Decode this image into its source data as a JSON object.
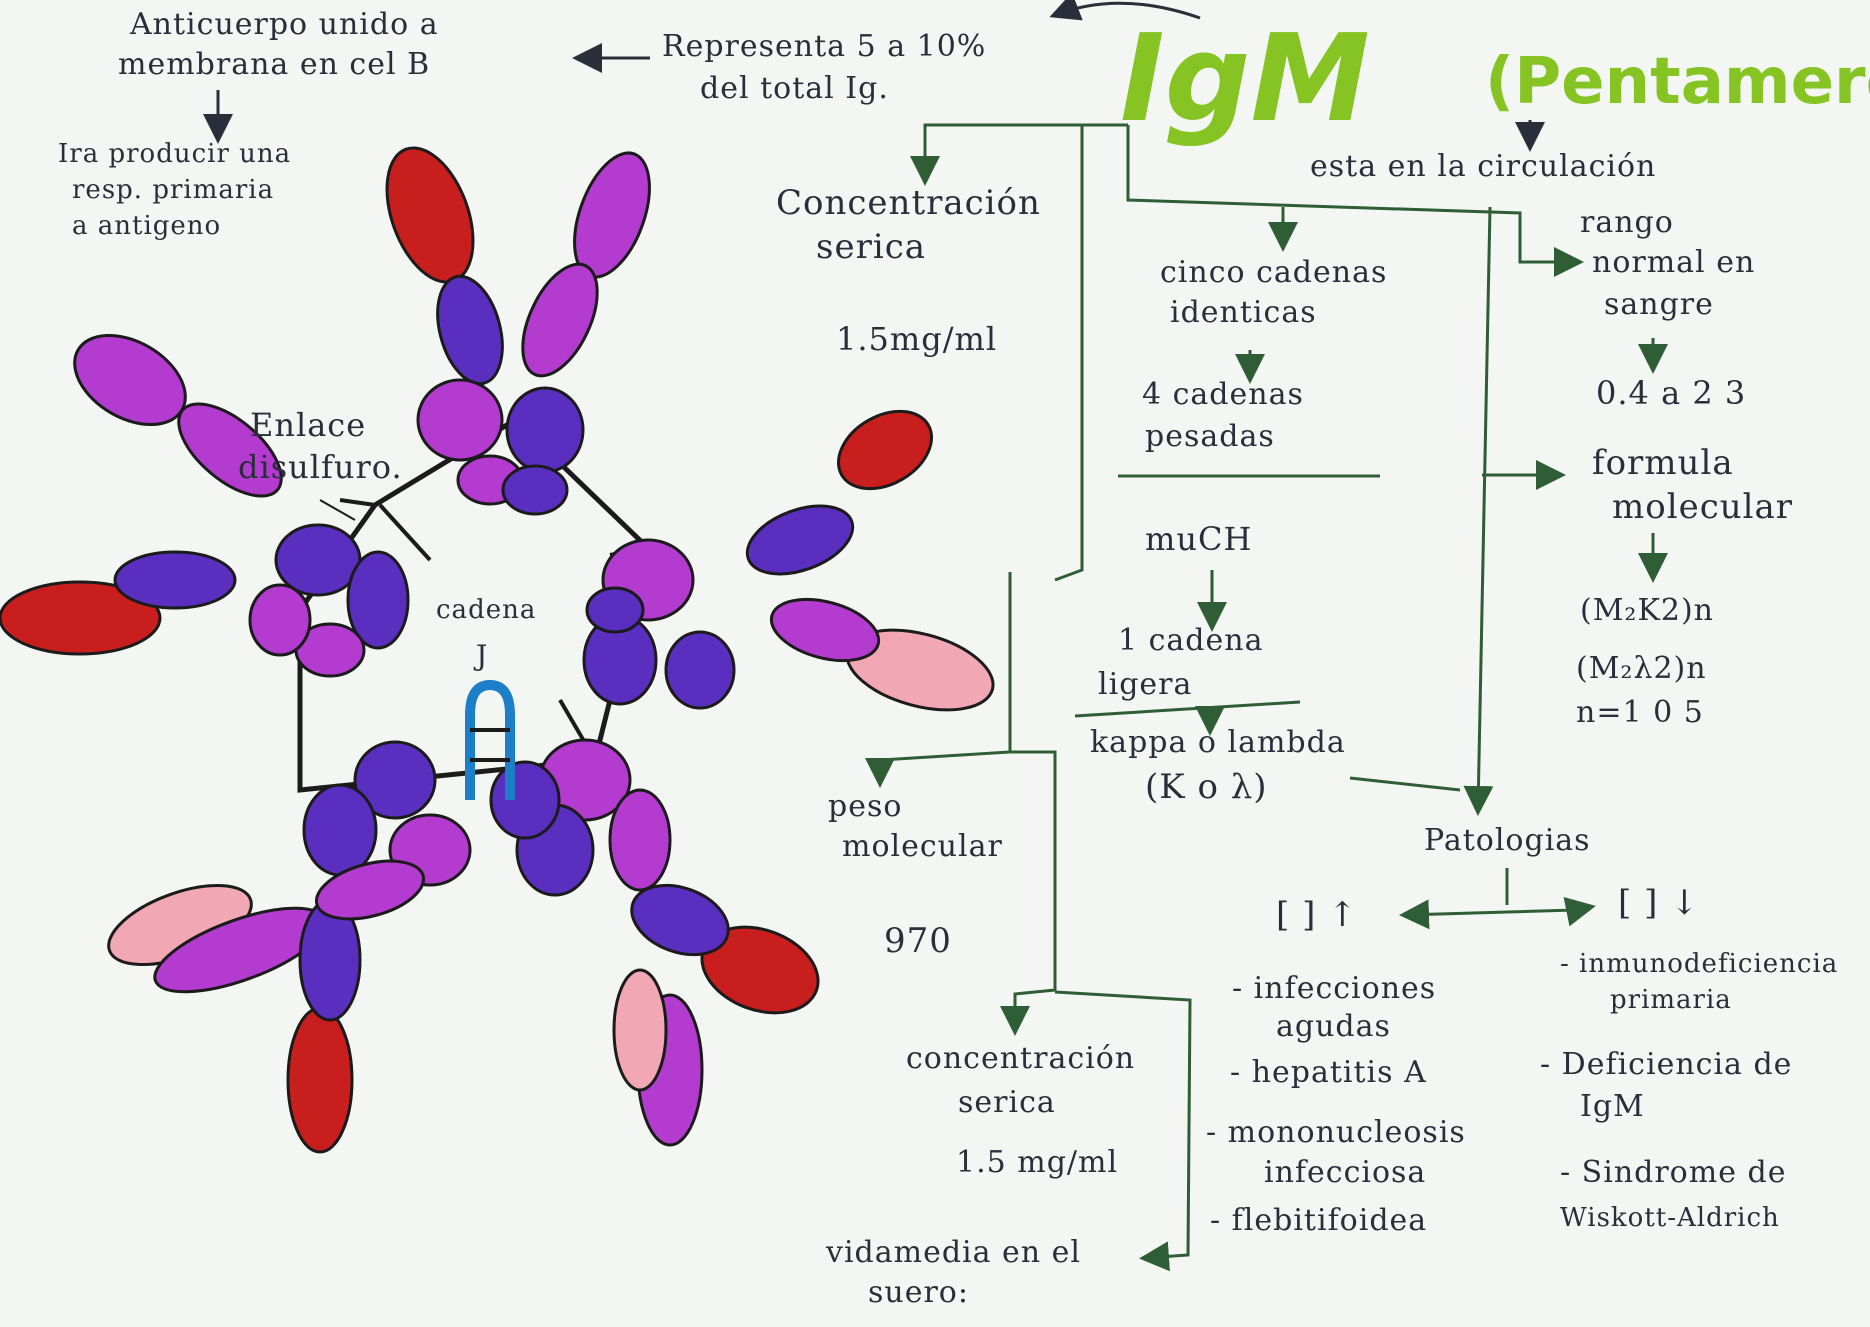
{
  "title": {
    "main": "IgM",
    "sub": "(Pentamero)"
  },
  "top_left": {
    "antibody_line1": "Anticuerpo unido a",
    "antibody_line2": "membrana en cel B",
    "primary_line1": "Ira producir una",
    "primary_line2": "resp. primaria",
    "primary_line3": "a antigeno",
    "represents_line1": "Representa 5 a 10%",
    "represents_line2": "del total Ig."
  },
  "circulation": "esta en la circulación",
  "serum_concentration": {
    "label_line1": "Concentración",
    "label_line2": "serica",
    "value": "1.5mg/ml"
  },
  "chains": {
    "five_line1": "cinco cadenas",
    "five_line2": "identicas",
    "heavy_line1": "4 cadenas",
    "heavy_line2": "pesadas",
    "mu": "muCH",
    "light_line1": "1 cadena",
    "light_line2": "ligera",
    "kappa": "kappa o lambda",
    "k_or_l": "(K o λ)"
  },
  "normal_range": {
    "label_line1": "rango",
    "label_line2": "normal en",
    "label_line3": "sangre",
    "value": "0.4 a 2 3"
  },
  "molecular_formula": {
    "label_line1": "formula",
    "label_line2": "molecular",
    "f1": "(M₂K2)n",
    "f2": "(M₂λ2)n",
    "n": "n=1 0 5"
  },
  "molecular_weight": {
    "label_line1": "peso",
    "label_line2": "molecular",
    "value": "970"
  },
  "serum_concentration_2": {
    "label_line1": "concentración",
    "label_line2": "serica",
    "value": "1.5 mg/ml"
  },
  "half_life": {
    "label_line1": "vidamedia en el",
    "label_line2": "suero:"
  },
  "pathologies": {
    "label": "Patologias",
    "increase": "[ ] ↑",
    "decrease": "[ ] ↓",
    "up_1a": "- infecciones",
    "up_1b": "agudas",
    "up_2": "- hepatitis A",
    "up_3a": "- mononucleosis",
    "up_3b": "infecciosa",
    "up_4": "- flebitifoidea",
    "down_1a": "- inmunodeficiencia",
    "down_1b": "primaria",
    "down_2a": "- Deficiencia de",
    "down_2b": "IgM",
    "down_3a": "- Sindrome de",
    "down_3b": "Wiskott-Aldrich"
  },
  "structure": {
    "disulfide_line1": "Enlace",
    "disulfide_line2": "disulfuro.",
    "jchain_line1": "cadena",
    "jchain_line2": "J"
  },
  "colors": {
    "ink": "#2a2e3a",
    "green_line": "#2f5e36",
    "title_green": "#86c423",
    "violet": "#5a2fc0",
    "magenta": "#b33bd0",
    "red": "#c81e1e",
    "pink": "#f2a8b4",
    "jchain_blue": "#1e7fc9"
  }
}
